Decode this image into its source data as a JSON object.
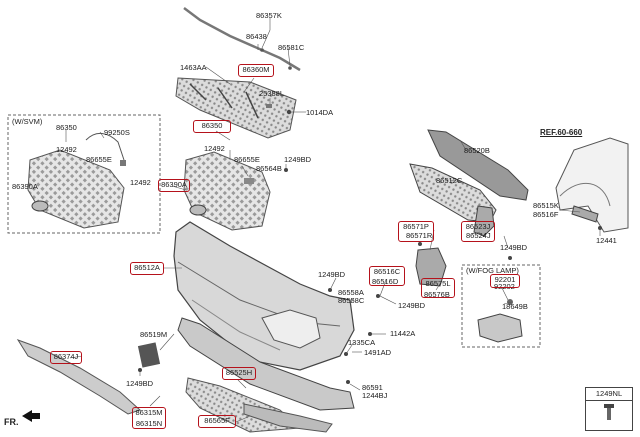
{
  "diagram": {
    "fr_label": "FR.",
    "ref_label": "REF.60-660",
    "svm_box_title": "(W/SVM)",
    "fog_box_title": "(W/FOG LAMP)",
    "legend_code": "1249NL"
  },
  "parts": {
    "p86357K": "86357K",
    "p86438": "86438",
    "p86581C": "86581C",
    "p1463AA": "1463AA",
    "p86360M": "86360M",
    "p25388L": "25388L",
    "p1014DA": "1014DA",
    "p86350_svm": "86350",
    "p99250S": "99250S",
    "p12492_svm": "12492",
    "p86655E_svm": "86655E",
    "p86390A_svm": "86390A",
    "p12492_svm2": "12492",
    "p86350": "86350",
    "p12492": "12492",
    "p86655E": "86655E",
    "p1249BD_a": "1249BD",
    "p86564B": "86564B",
    "p86390A": "86390A",
    "p86520B": "86520B",
    "p86512C": "86512C",
    "p86571P": "86571P",
    "p86571R": "86571R",
    "p86523J": "86523J",
    "p86524J": "86524J",
    "p1249BD_b": "1249BD",
    "p86515K": "86515K",
    "p86516F": "86516F",
    "p12441": "12441",
    "p86512A": "86512A",
    "p1249BD_c": "1249BD",
    "p86516C": "86516C",
    "p86516D": "86516D",
    "p86575L": "86575L",
    "p86576B": "86576B",
    "p92201": "92201",
    "p92202": "92202",
    "p18649B": "18649B",
    "p86558A": "86558A",
    "p86558C": "86558C",
    "p1249BD_d": "1249BD",
    "p11442A": "11442A",
    "p1335CA": "1335CA",
    "p1491AD": "1491AD",
    "p86519M": "86519M",
    "p86374J": "86374J",
    "p1249BD_e": "1249BD",
    "p86525H": "86525H",
    "p86591": "86591",
    "p1244BJ": "1244BJ",
    "p86315M": "86315M",
    "p86315N": "86315N",
    "p86565F": "86565F"
  }
}
